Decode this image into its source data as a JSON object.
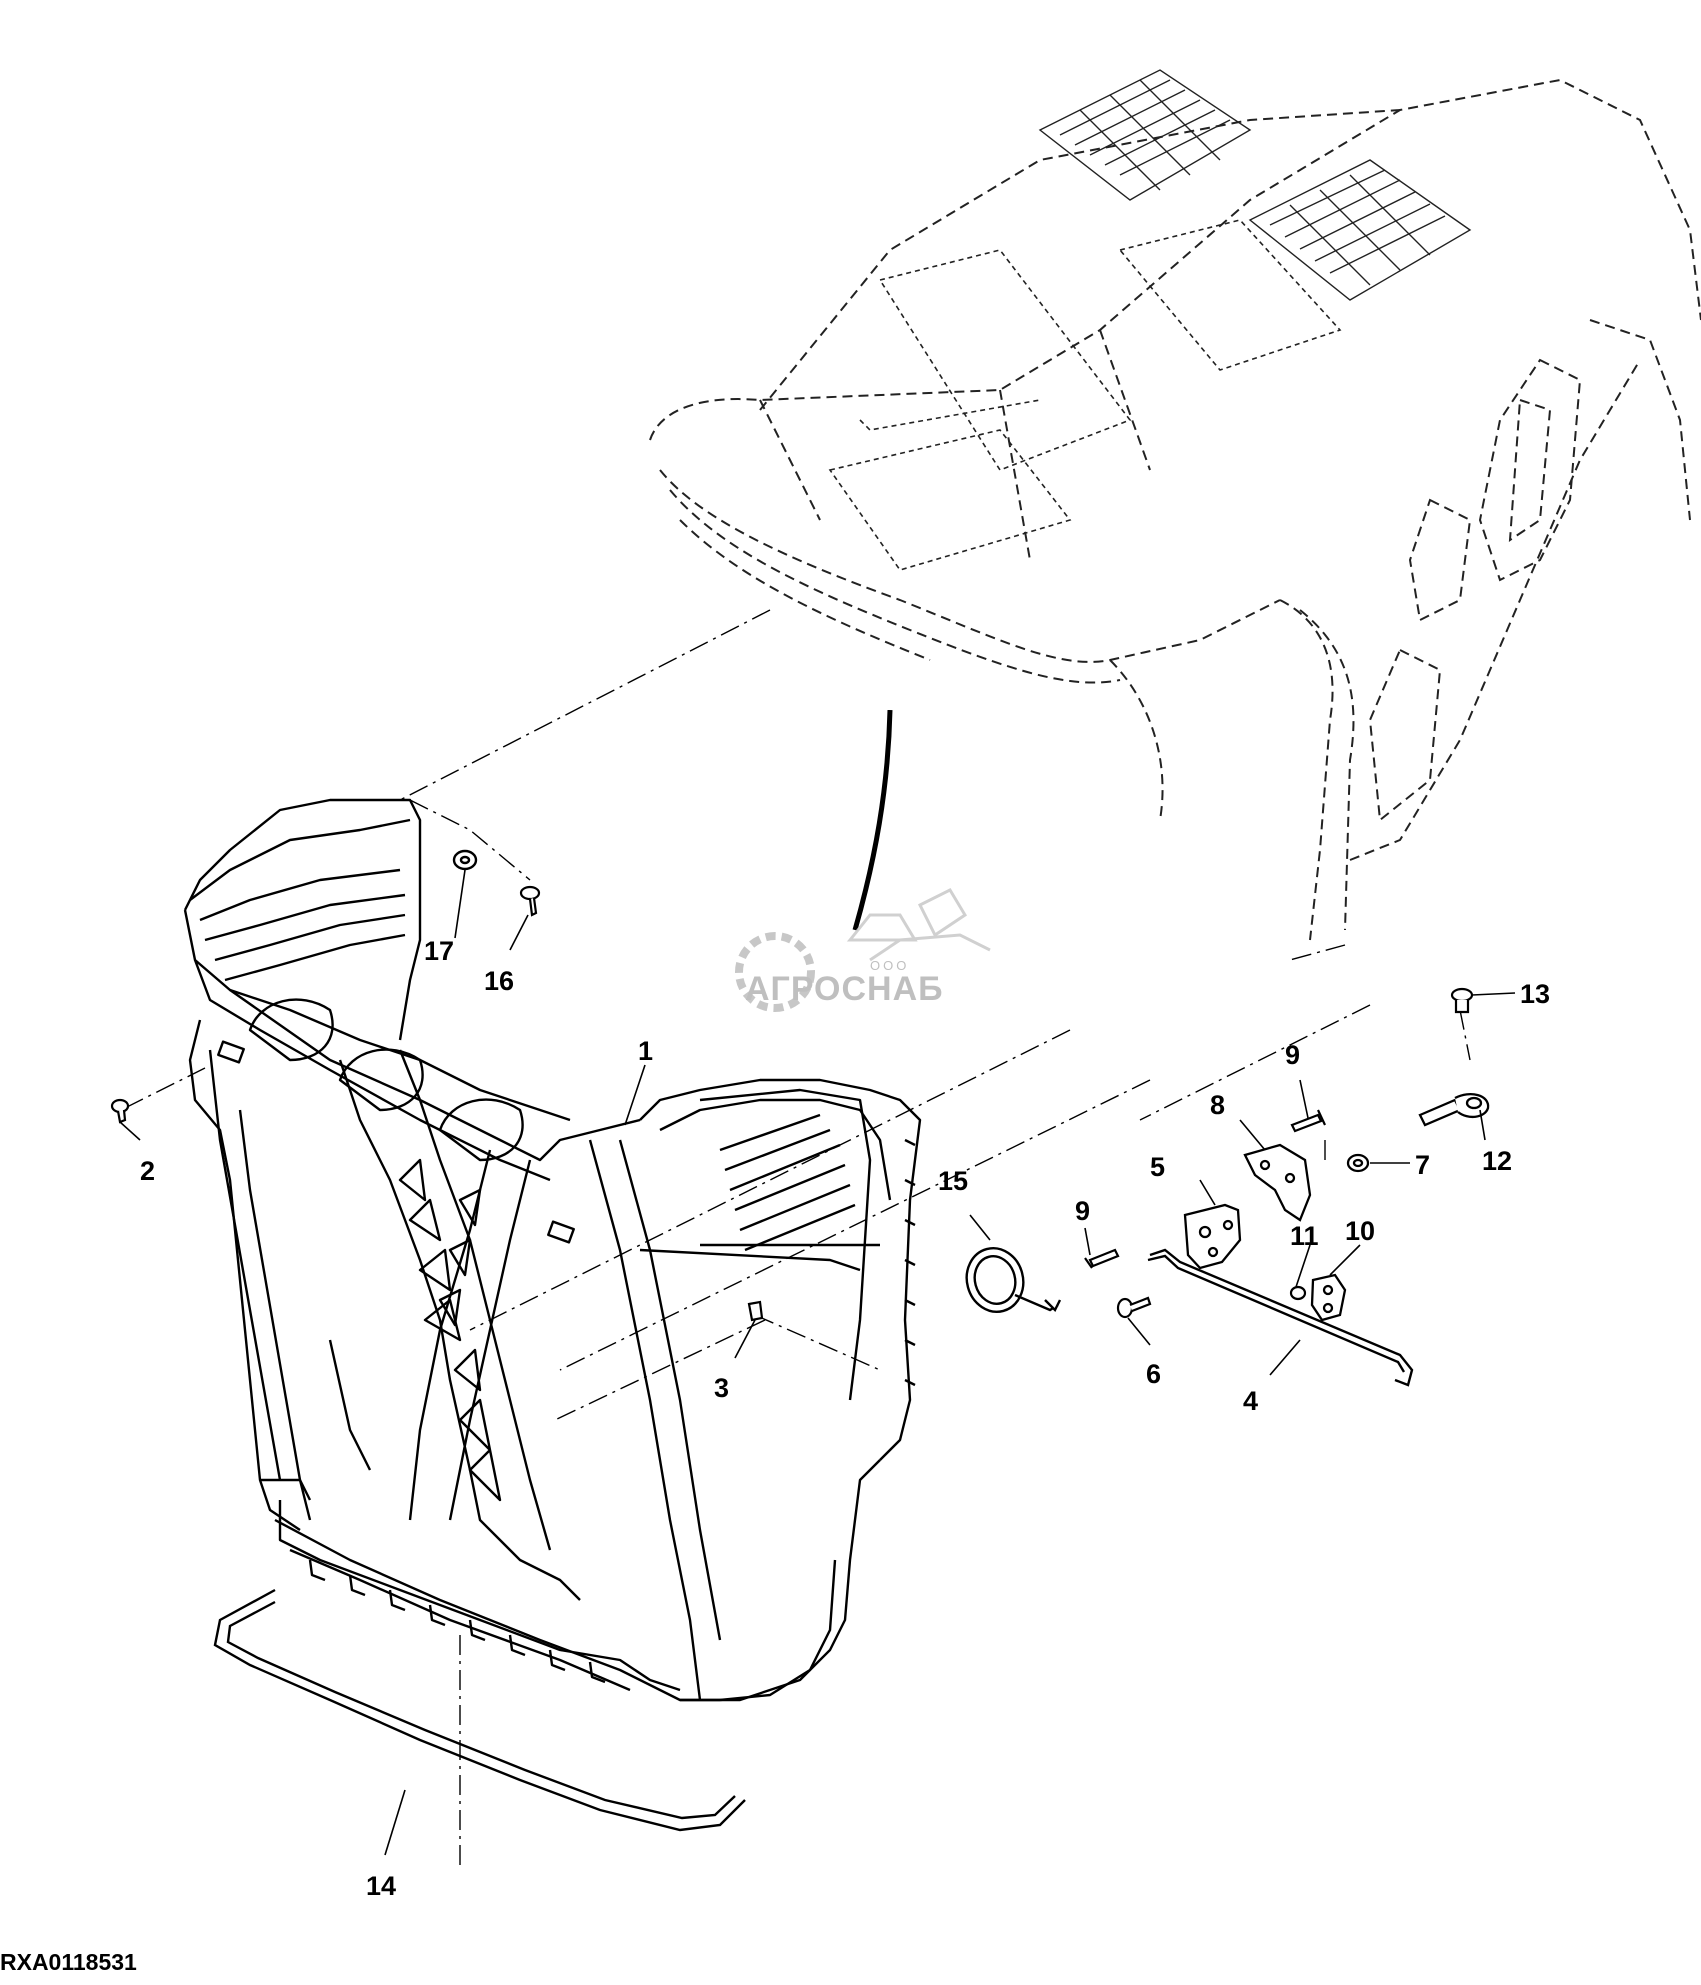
{
  "figure_id": "RXA0118531",
  "watermark": {
    "small": "ООО",
    "name": "АГРОСНАБ"
  },
  "callouts": [
    "1",
    "2",
    "3",
    "4",
    "5",
    "6",
    "7",
    "8",
    "9",
    "9",
    "10",
    "11",
    "12",
    "13",
    "14",
    "15",
    "16",
    "17"
  ],
  "colors": {
    "line": "#000000",
    "hidden_line": "#222222",
    "watermark": "#b9b9b9",
    "background": "#ffffff"
  }
}
